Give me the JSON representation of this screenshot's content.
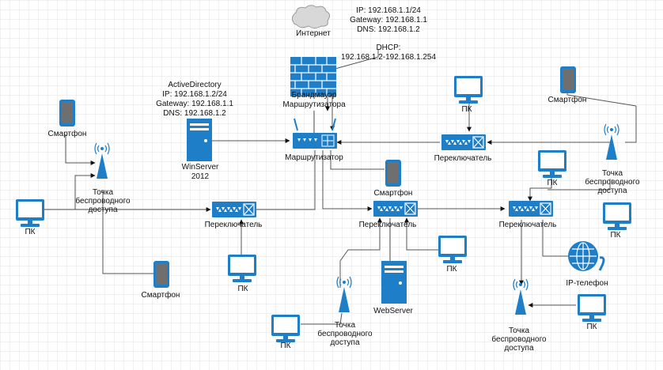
{
  "colors": {
    "accent": "#1e7ec8",
    "accent_light": "#5aa9e6",
    "grid": "#e3e3e3",
    "line": "#555555",
    "text": "#111111",
    "cloud": "#d8d8d8"
  },
  "labels": {
    "internet": "Интернет",
    "router_info_ip": "IP: 192.168.1.1/24",
    "router_info_gw": "Gateway: 192.168.1.1",
    "router_info_dns": "DNS: 192.168.1.2",
    "dhcp_title": "DHCP:",
    "dhcp_range": "192.168.1.2-192.168.1.254",
    "firewall_1": "Брандмауэр",
    "firewall_2": "Маршрутизатора",
    "ad_title": "ActiveDirectory",
    "ad_ip": "IP: 192.168.1.2/24",
    "ad_gw": "Gateway: 192.168.1.1",
    "ad_dns": "DNS: 192.168.1.2",
    "winserver_1": "WinServer",
    "winserver_2": "2012",
    "router": "Маршрутизатор",
    "switch": "Переключатель",
    "pc": "ПК",
    "smartphone": "Смартфон",
    "ap_1": "Точка",
    "ap_2": "беспроводного",
    "ap_3": "доступа",
    "webserver": "WebServer",
    "ip_phone": "IP-телефон"
  }
}
